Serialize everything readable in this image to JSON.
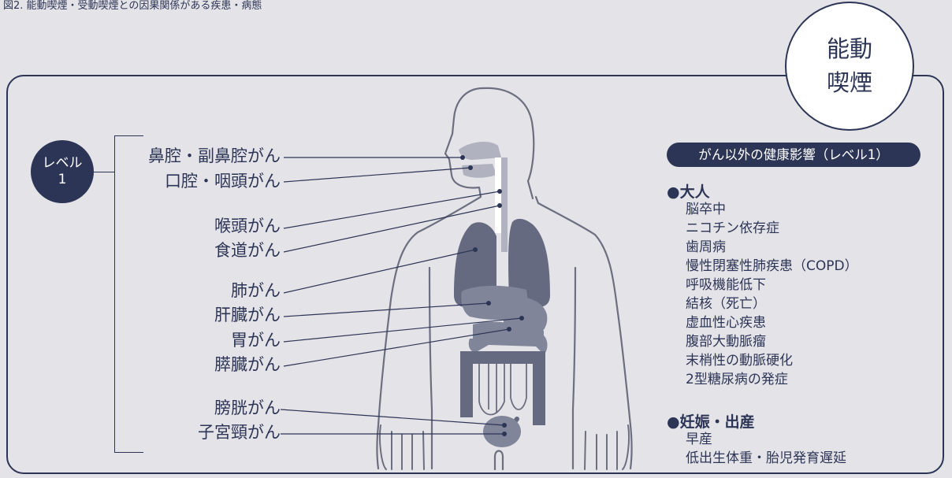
{
  "figure_caption": "図2. 能動喫煙・受動喫煙との因果関係がある疾患・病態",
  "circle_label_lines": [
    "能動",
    "喫煙"
  ],
  "level_badge_lines": [
    "レベル",
    "1"
  ],
  "cancers": [
    "鼻腔・副鼻腔がん",
    "口腔・咽頭がん",
    "喉頭がん",
    "食道がん",
    "肺がん",
    "肝臓がん",
    "胃がん",
    "膵臓がん",
    "膀胱がん",
    "子宮頸がん"
  ],
  "other_effects": {
    "header": "がん以外の健康影響（レベル1）",
    "sections": [
      {
        "title": "●大人",
        "items": [
          "脳卒中",
          "ニコチン依存症",
          "歯周病",
          "慢性閉塞性肺疾患（COPD）",
          "呼吸機能低下",
          "結核（死亡）",
          "虚血性心疾患",
          "腹部大動脈瘤",
          "末梢性の動脈硬化",
          "2型糖尿病の発症"
        ]
      },
      {
        "title": "●妊娠・出産",
        "items": [
          "早産",
          "低出生体重・胎児発育遅延"
        ]
      }
    ]
  },
  "colors": {
    "background": "#e4e3e8",
    "navy": "#2d3556",
    "body_outline": "#6b6f80",
    "organ_dark": "#656a80",
    "organ_mid": "#80859a",
    "organ_light": "#b0b2bf",
    "white": "#ffffff"
  }
}
